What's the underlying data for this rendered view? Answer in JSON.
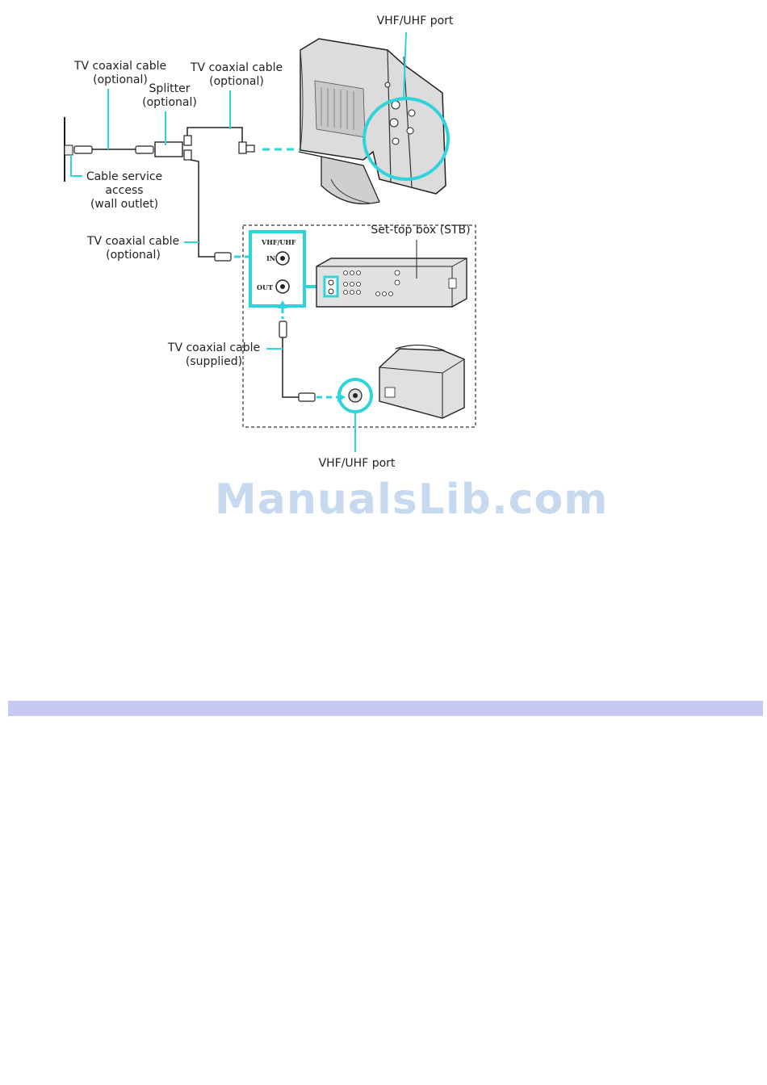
{
  "labels": {
    "vhf_port_top": "VHF/UHF port",
    "coax_optional_left_1": "TV coaxial cable",
    "coax_optional_left_2": "(optional)",
    "splitter_1": "Splitter",
    "splitter_2": "(optional)",
    "coax_optional_mid_1": "TV coaxial cable",
    "coax_optional_mid_2": "(optional)",
    "cable_service_1": "Cable service",
    "cable_service_2": "access",
    "cable_service_3": "(wall outlet)",
    "coax_optional_stb_1": "TV coaxial cable",
    "coax_optional_stb_2": "(optional)",
    "stb": "Set-top box (STB)",
    "stb_panel_header": "VHF/UHF",
    "stb_panel_in": "IN",
    "stb_panel_out": "OUT",
    "coax_supplied_1": "TV coaxial cable",
    "coax_supplied_2": "(supplied)",
    "vhf_port_bottom": "VHF/UHF port"
  },
  "watermark": "ManualsLib.com",
  "colors": {
    "highlight": "#2fd3dc",
    "line": "#222222",
    "watermark": "#c7d9ef",
    "bar": "#c8c8f4"
  }
}
